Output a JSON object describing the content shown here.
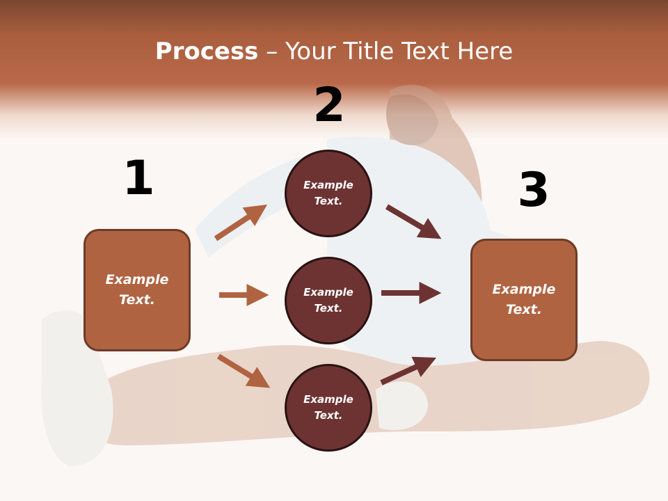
{
  "title": {
    "bold": "Process",
    "rest": " – Your Title Text Here"
  },
  "steps": [
    {
      "number": "1",
      "text": "Example Text."
    },
    {
      "number": "2",
      "items": [
        "Example Text.",
        "Example Text.",
        "Example Text."
      ]
    },
    {
      "number": "3",
      "text": "Example Text."
    }
  ],
  "colors": {
    "header": "#b9694a",
    "box_fill": "#b06341",
    "circle_fill": "#6d3332",
    "arrow_light": "#b06341",
    "arrow_dark": "#6d3332"
  }
}
